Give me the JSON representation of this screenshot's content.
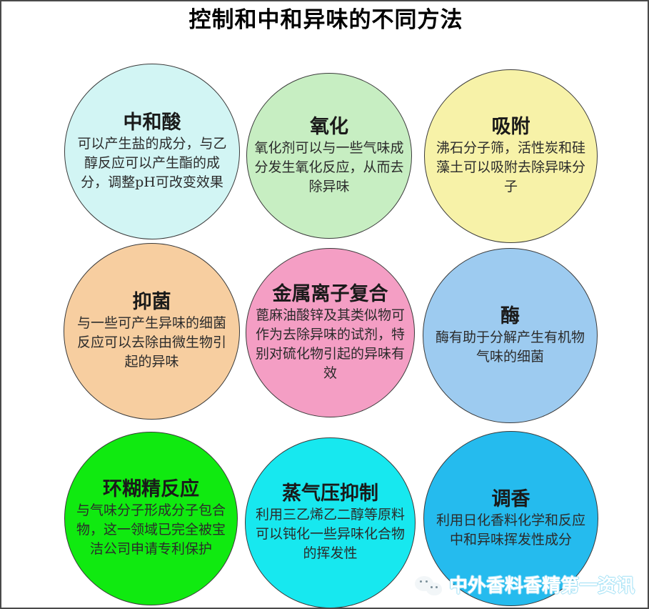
{
  "page": {
    "title": "控制和中和异味的不同方法",
    "background_color": "#ffffff",
    "border_color": "#4a4a4a"
  },
  "bubbles": [
    {
      "id": "neutralizing-acid",
      "title": "中和酸",
      "body": "可以产生盐的成分，与乙醇反应可以产生酯的成分，调整pH可改变效果",
      "color": "#d2f5f4"
    },
    {
      "id": "oxidation",
      "title": "氧化",
      "body": "氧化剂可以与一些气味成分发生氧化反应，从而去除异味",
      "color": "#c7eec2"
    },
    {
      "id": "adsorption",
      "title": "吸附",
      "body": "沸石分子筛，活性炭和硅藻土可以吸附去除异味分子",
      "color": "#f7f2a8"
    },
    {
      "id": "antibacterial",
      "title": "抑菌",
      "body": "与一些可产生异味的细菌反应可以去除由微生物引起的异味",
      "color": "#f7cea0"
    },
    {
      "id": "metal-ion-complex",
      "title": "金属离子复合",
      "body": "蓖麻油酸锌及其类似物可作为去除异味的试剂，特别对硫化物引起的异味有效",
      "color": "#f49ec4"
    },
    {
      "id": "enzyme",
      "title": "酶",
      "body": "酶有助于分解产生有机物气味的细菌",
      "color": "#9dcbf0"
    },
    {
      "id": "cyclodextrin-reaction",
      "title": "环糊精反应",
      "body": "与气味分子形成分子包合物，这一领域已完全被宝洁公司申请专利保护",
      "color": "#10ea10"
    },
    {
      "id": "vapor-pressure-suppression",
      "title": "蒸气压抑制",
      "body": "利用三乙烯乙二醇等原料可以钝化一些异味化合物的挥发性",
      "color": "#17e8ef"
    },
    {
      "id": "fragrance-compounding",
      "title": "调香",
      "body": "利用日化香料化学和反应中和异味挥发性成分",
      "color": "#25bbee"
    }
  ],
  "watermark": {
    "icon": "wechat-icon",
    "text": "中外香料香精第一资讯",
    "color": "#9ddff5"
  }
}
